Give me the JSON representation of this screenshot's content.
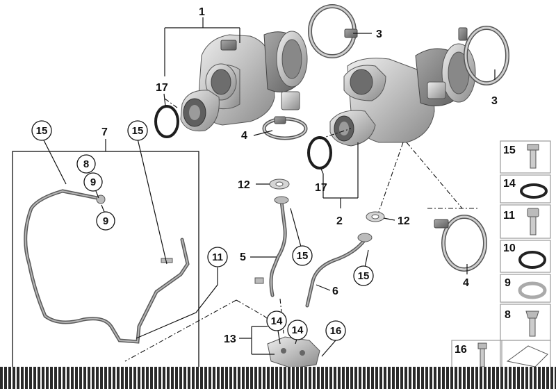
{
  "diagram": {
    "callouts": {
      "c1": "1",
      "c2": "2",
      "c3a": "3",
      "c3b": "3",
      "c4a": "4",
      "c4b": "4",
      "c5": "5",
      "c6": "6",
      "c7": "7",
      "c8": "8",
      "c9a": "9",
      "c9b": "9",
      "c11": "11",
      "c12a": "12",
      "c12b": "12",
      "c13": "13",
      "c14a": "14",
      "c14b": "14",
      "c15a": "15",
      "c15b": "15",
      "c15c": "15",
      "c15d": "15",
      "c16": "16",
      "c17a": "17",
      "c17b": "17"
    },
    "legend": {
      "items": [
        {
          "label": "15",
          "part": "bolt-icon"
        },
        {
          "label": "14",
          "part": "o-ring-icon"
        },
        {
          "label": "11",
          "part": "socket-screw-icon"
        },
        {
          "label": "10",
          "part": "o-ring-icon"
        },
        {
          "label": "9",
          "part": "washer-icon"
        },
        {
          "label": "8",
          "part": "banjo-bolt-icon"
        }
      ],
      "bottom": [
        {
          "label": "16",
          "part": "stud-bolt-icon"
        }
      ]
    },
    "colors": {
      "ink": "#111111",
      "metal_light": "#d9d9d9",
      "metal_dark": "#7d7d7d",
      "hose": "#5a5a5a",
      "footer_stripe": "#2a2a2a"
    }
  }
}
